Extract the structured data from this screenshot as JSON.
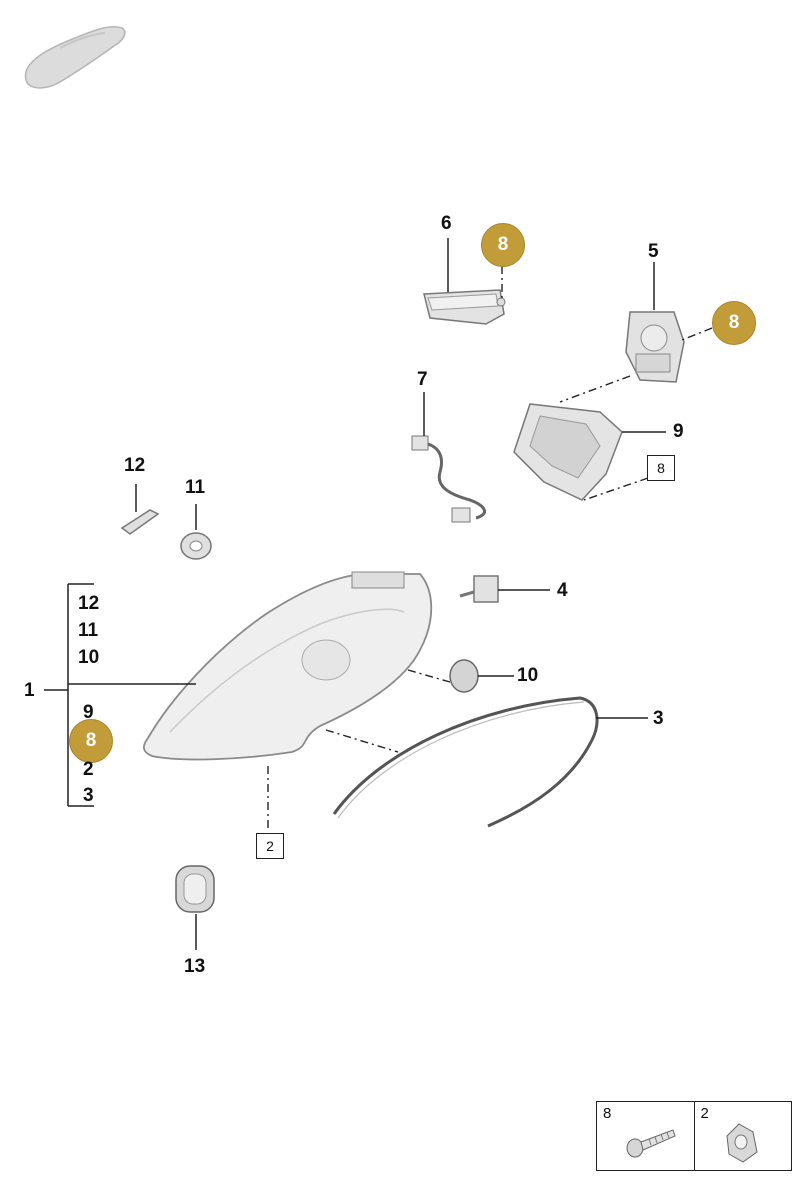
{
  "callouts": {
    "c1": "1",
    "c2": "2",
    "c3": "3",
    "c4": "4",
    "c5": "5",
    "c6": "6",
    "c7": "7",
    "c9": "9",
    "c10": "10",
    "c11": "11",
    "c12": "12",
    "c13": "13"
  },
  "list": {
    "items": [
      "12",
      "11",
      "10",
      "9",
      "8",
      "2",
      "3"
    ]
  },
  "badges": {
    "b1": "8",
    "b2": "8",
    "b3": "8"
  },
  "boxes": {
    "k1": "8",
    "k2": "2"
  },
  "legend": {
    "cells": [
      "8",
      "2"
    ]
  },
  "colors": {
    "badge": "#c39c3a",
    "line": "#222222",
    "part_fill": "#e8e8e8",
    "part_stroke": "#7a7a7a"
  }
}
